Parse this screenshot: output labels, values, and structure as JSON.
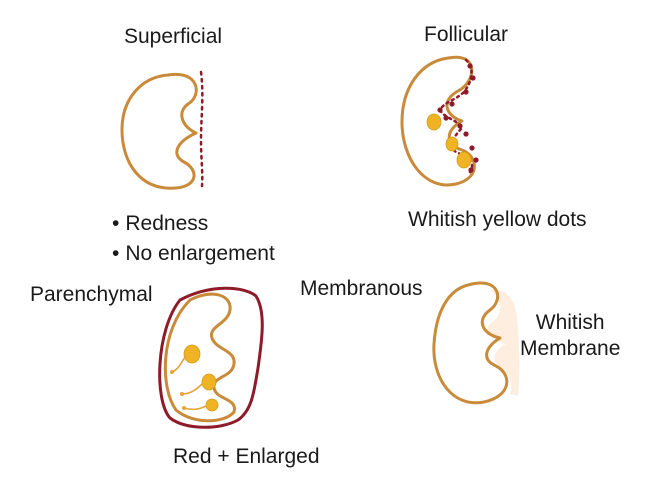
{
  "panels": {
    "superficial": {
      "title": "Superficial",
      "bullets": [
        "Redness",
        "No enlargement"
      ]
    },
    "follicular": {
      "title": "Follicular",
      "caption": "Whitish yellow dots"
    },
    "parenchymal": {
      "title": "Parenchymal",
      "caption": "Red + Enlarged"
    },
    "membranous": {
      "title": "Membranous",
      "caption_lines": [
        "Whitish",
        "Membrane"
      ]
    }
  },
  "colors": {
    "tonsil_outline": "#c98a3a",
    "inflamed_red": "#8e1b2a",
    "yellow_dot": "#f0b323",
    "membrane_fill": "#fdeee0"
  }
}
